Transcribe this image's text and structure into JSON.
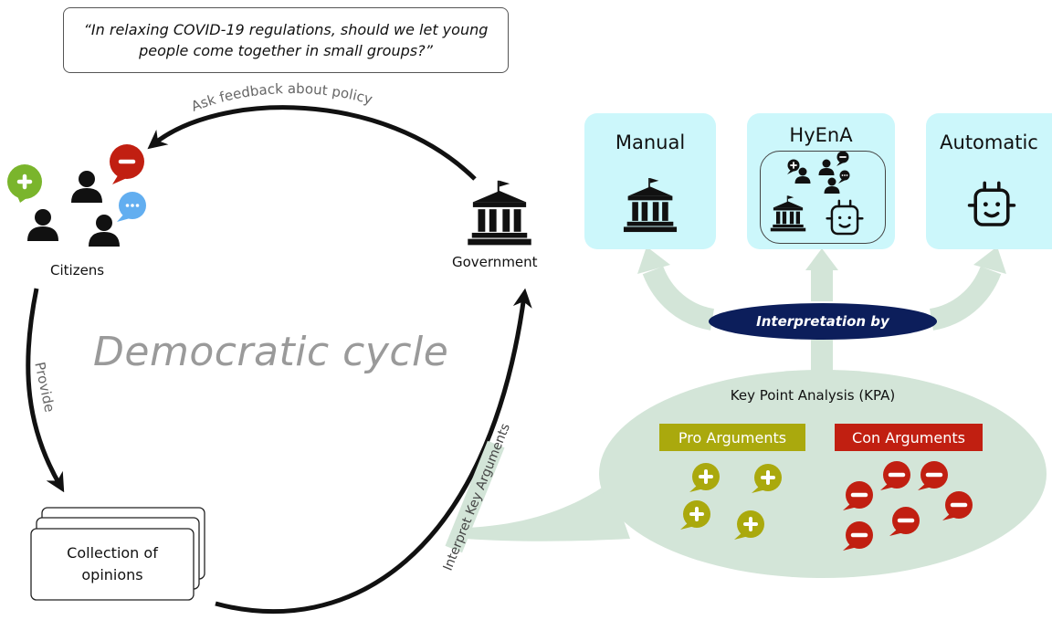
{
  "question": "“In relaxing COVID-19 regulations, should we let young people come together in small groups?”",
  "cycle_title": "Democratic cycle",
  "actors": {
    "citizens_label": "Citizens",
    "government_label": "Government",
    "collection_line1": "Collection of",
    "collection_line2": "opinions"
  },
  "edges": {
    "ask_feedback": "Ask feedback about policy",
    "provide": "Provide",
    "interpret": "Interpret Key Arguments"
  },
  "interpretation": {
    "pill": "Interpretation by",
    "panels": {
      "manual": "Manual",
      "hyena": "HyEnA",
      "automatic": "Automatic"
    }
  },
  "kpa": {
    "title": "Key Point Analysis (KPA)",
    "pro_label": "Pro Arguments",
    "con_label": "Con Arguments"
  },
  "colors": {
    "pro": "#aaa90d",
    "con": "#c11f11",
    "neutral_bubble": "#62aef0",
    "panel": "#ccf7fb",
    "pill": "#0c1e5b",
    "ellipse": "#d3e5d8",
    "citizen_plus": "#7ab52c"
  }
}
